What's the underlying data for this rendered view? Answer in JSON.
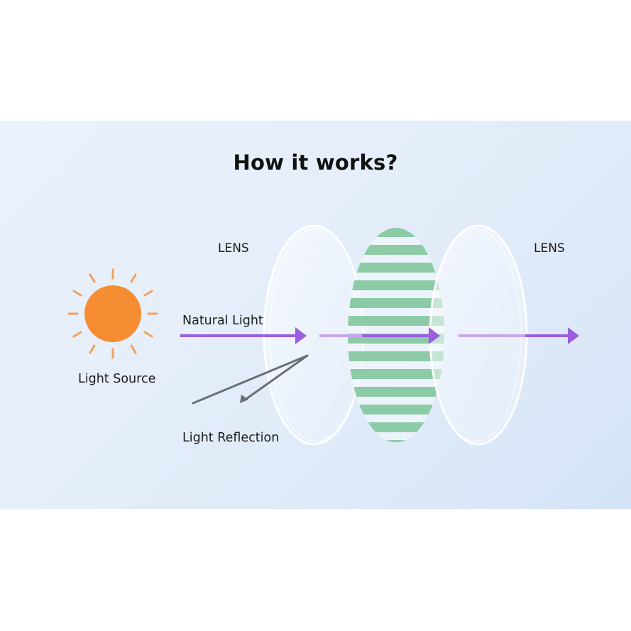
{
  "title": "How it works?",
  "labels": {
    "lens_left": "LENS",
    "lens_right": "LENS",
    "natural_light": "Natural Light",
    "light_source": "Light Source",
    "light_reflection": "Light Reflection"
  },
  "colors": {
    "sun": "#f78d33",
    "sun_rays": "#f4a05a",
    "light_arrow": "#9b5ee0",
    "light_arrow_faded": "#c8a6ee",
    "filter_stripes": "#8ccba5",
    "reflection": "#6b6f75"
  }
}
